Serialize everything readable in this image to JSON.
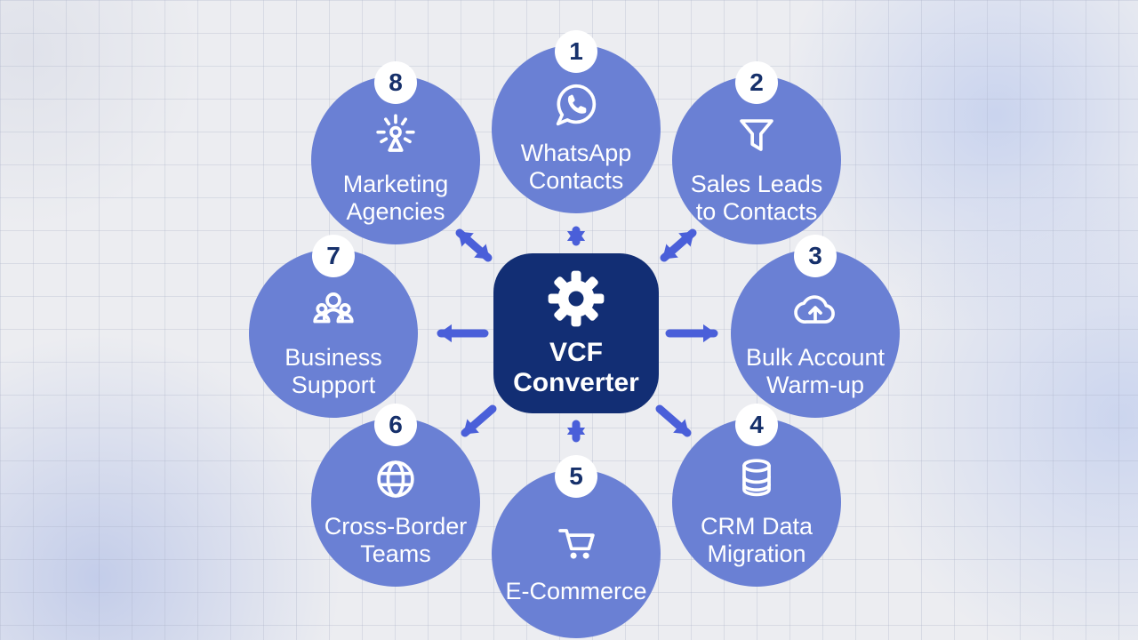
{
  "colors": {
    "background": "#ecedf1",
    "grid_line": "#d9dce6",
    "corner_blob": "#c7d0ea",
    "spoke_fill": "#6a80d4",
    "center_fill": "#122e74",
    "arrow": "#4a5fd9",
    "badge_bg": "#ffffff",
    "badge_text": "#16306b",
    "label_text": "#ffffff"
  },
  "center": {
    "title": "VCF Converter",
    "icon": "gear-icon"
  },
  "spokes": [
    {
      "number": "1",
      "label": "WhatsApp Contacts",
      "icon": "whatsapp-icon"
    },
    {
      "number": "2",
      "label": "Sales Leads to Contacts",
      "icon": "funnel-icon"
    },
    {
      "number": "3",
      "label": "Bulk Account Warm-up",
      "icon": "cloud-upload-icon"
    },
    {
      "number": "4",
      "label": "CRM Data Migration",
      "icon": "database-icon"
    },
    {
      "number": "5",
      "label": "E-Commerce",
      "icon": "shopping-cart-icon"
    },
    {
      "number": "6",
      "label": "Cross-Border Teams",
      "icon": "globe-icon"
    },
    {
      "number": "7",
      "label": "Business Support",
      "icon": "team-icon"
    },
    {
      "number": "8",
      "label": "Marketing Agencies",
      "icon": "spotlight-person-icon"
    }
  ]
}
